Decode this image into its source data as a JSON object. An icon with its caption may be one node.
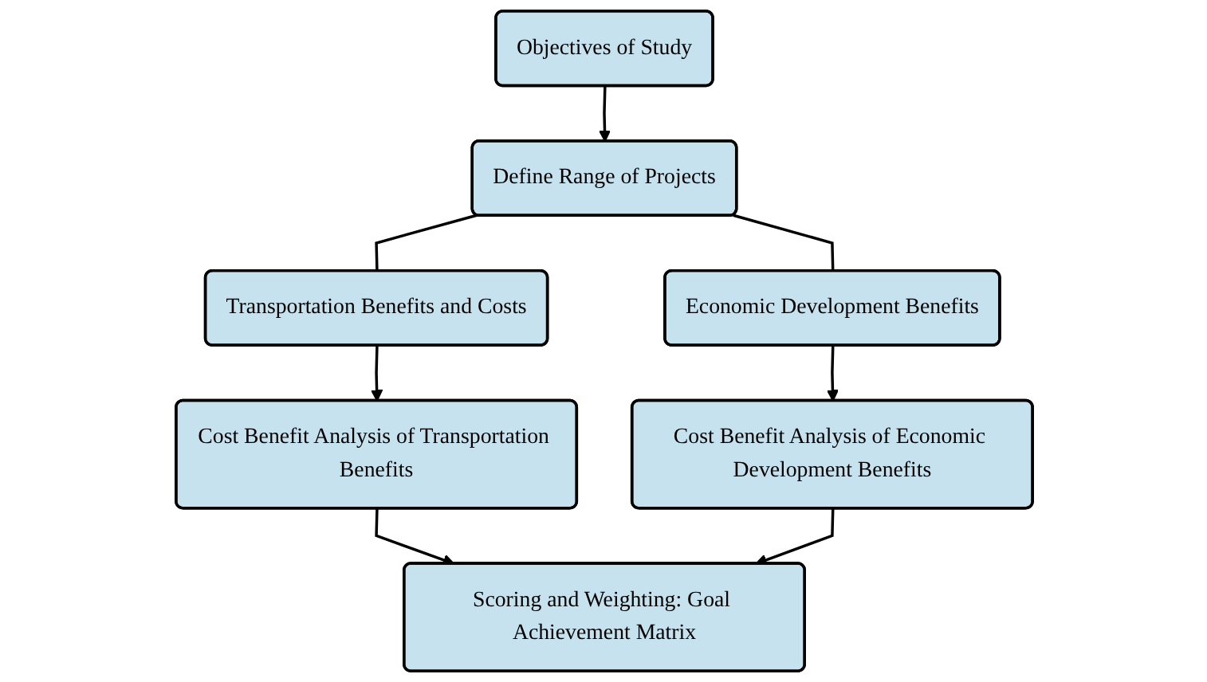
{
  "diagram": {
    "nodes": [
      {
        "text": [
          "Define Range of Projects"
        ]
      },
      {
        "text": [
          "Objectives of Study"
        ]
      },
      {
        "text": [
          "Transportation Benefits and Costs"
        ]
      },
      {
        "text": [
          "Economic Development Benefits"
        ]
      },
      {
        "text": [
          "Cost Benefit Analysis of Transportation Benefits"
        ]
      },
      {
        "text": [
          "Cost Benefit Analysis of Economic Development Benefits"
        ]
      },
      {
        "text": [
          "Scoring and Weighting: Goal Achievement Matrix"
        ]
      }
    ],
    "edges": [
      {
        "from": 1,
        "to": 0,
        "arrow": "to"
      },
      {
        "from": 0,
        "to": 2,
        "arrow": "none"
      },
      {
        "from": 0,
        "to": 3,
        "arrow": "none"
      },
      {
        "from": 2,
        "to": 4,
        "arrow": "to"
      },
      {
        "from": 3,
        "to": 5,
        "arrow": "to"
      },
      {
        "from": 4,
        "to": 6,
        "arrow": "to"
      },
      {
        "from": 5,
        "to": 6,
        "arrow": "to"
      }
    ]
  }
}
